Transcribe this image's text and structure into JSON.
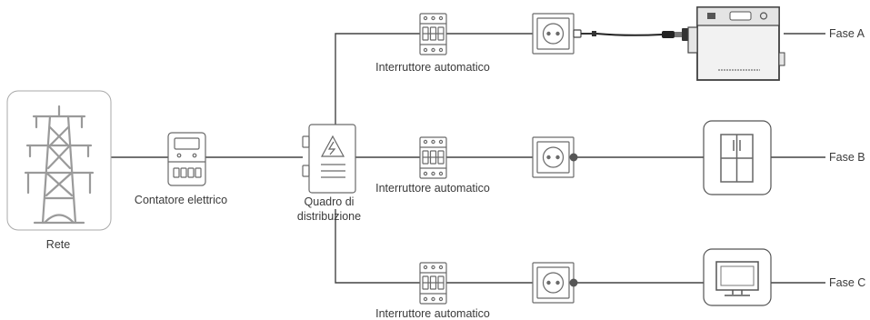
{
  "labels": {
    "grid": "Rete",
    "meter": "Contatore elettrico",
    "panel_line1": "Quadro di",
    "panel_line2": "distribuzione",
    "breaker_a": "Interruttore automatico",
    "breaker_b": "Interruttore automatico",
    "breaker_c": "Interruttore automatico",
    "phase_a": "Fase A",
    "phase_b": "Fase B",
    "phase_c": "Fase C"
  },
  "icons": {
    "grid": "transmission-tower-icon",
    "meter": "electric-meter-icon",
    "panel": "distribution-panel-icon",
    "breaker": "circuit-breaker-icon",
    "socket": "wall-socket-icon",
    "plug": "plug-cable-icon",
    "inverter": "micro-inverter-icon",
    "fridge": "refrigerator-icon",
    "tv": "television-icon"
  },
  "colors": {
    "line": "#444444",
    "icon": "#6a6a6a"
  }
}
